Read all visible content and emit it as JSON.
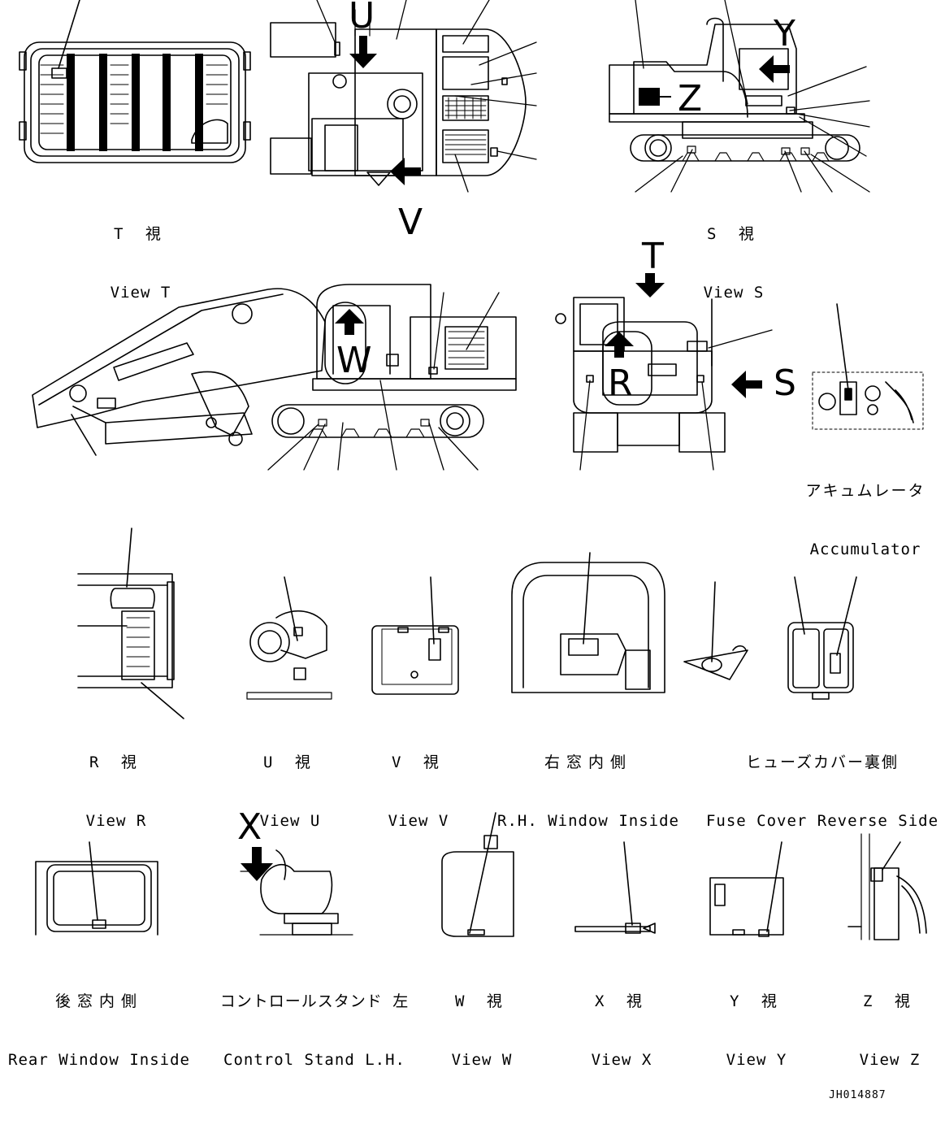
{
  "views": [
    {
      "id": "t",
      "jp": "T 視",
      "en": "View T"
    },
    {
      "id": "s",
      "jp": "S 視",
      "en": "View S"
    },
    {
      "id": "acc",
      "jp": "アキュムレータ",
      "en": "Accumulator"
    },
    {
      "id": "r",
      "jp": "R 視",
      "en": "View R"
    },
    {
      "id": "u",
      "jp": "U 視",
      "en": "View U"
    },
    {
      "id": "v",
      "jp": "V 視",
      "en": "View V"
    },
    {
      "id": "rhw",
      "jp": "右窓内側",
      "en": "R.H. Window Inside"
    },
    {
      "id": "fuse",
      "jp": "ヒューズカバー裏側",
      "en": "Fuse Cover Reverse Side"
    },
    {
      "id": "rear",
      "jp": "後窓内側",
      "en": "Rear Window Inside"
    },
    {
      "id": "ctrl",
      "jp": "コントロールスタンド 左",
      "en": "Control Stand L.H."
    },
    {
      "id": "w",
      "jp": "W 視",
      "en": "View W"
    },
    {
      "id": "x",
      "jp": "X 視",
      "en": "View X"
    },
    {
      "id": "y",
      "jp": "Y 視",
      "en": "View Y"
    },
    {
      "id": "z",
      "jp": "Z 視",
      "en": "View Z"
    }
  ],
  "letters": {
    "u": "U",
    "v": "V",
    "y": "Y",
    "z": "Z",
    "w": "W",
    "t": "T",
    "r": "R",
    "s": "S",
    "x": "X"
  },
  "doc_id": "JH014887"
}
